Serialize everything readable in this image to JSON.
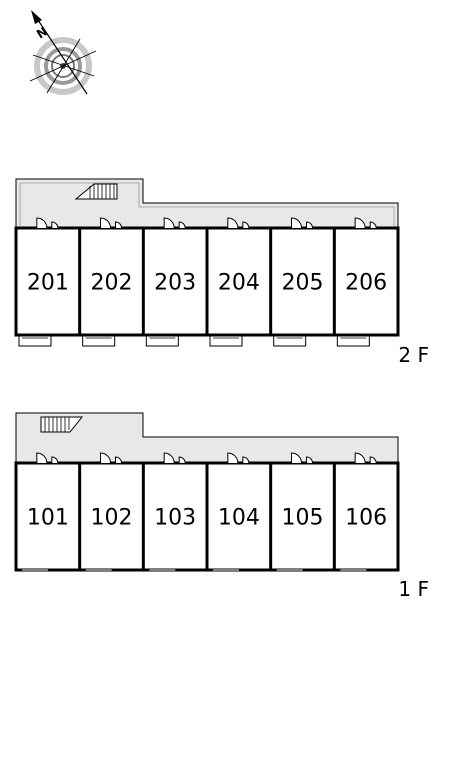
{
  "compass": {
    "north_label": "N",
    "icon": "compass-rose-icon"
  },
  "floors": [
    {
      "label": "2 F",
      "units": [
        "201",
        "202",
        "203",
        "204",
        "205",
        "206"
      ]
    },
    {
      "label": "1 F",
      "units": [
        "101",
        "102",
        "103",
        "104",
        "105",
        "106"
      ]
    }
  ],
  "colors": {
    "corridor": "#e8e8e8",
    "wall": "#000000",
    "background": "#ffffff"
  }
}
